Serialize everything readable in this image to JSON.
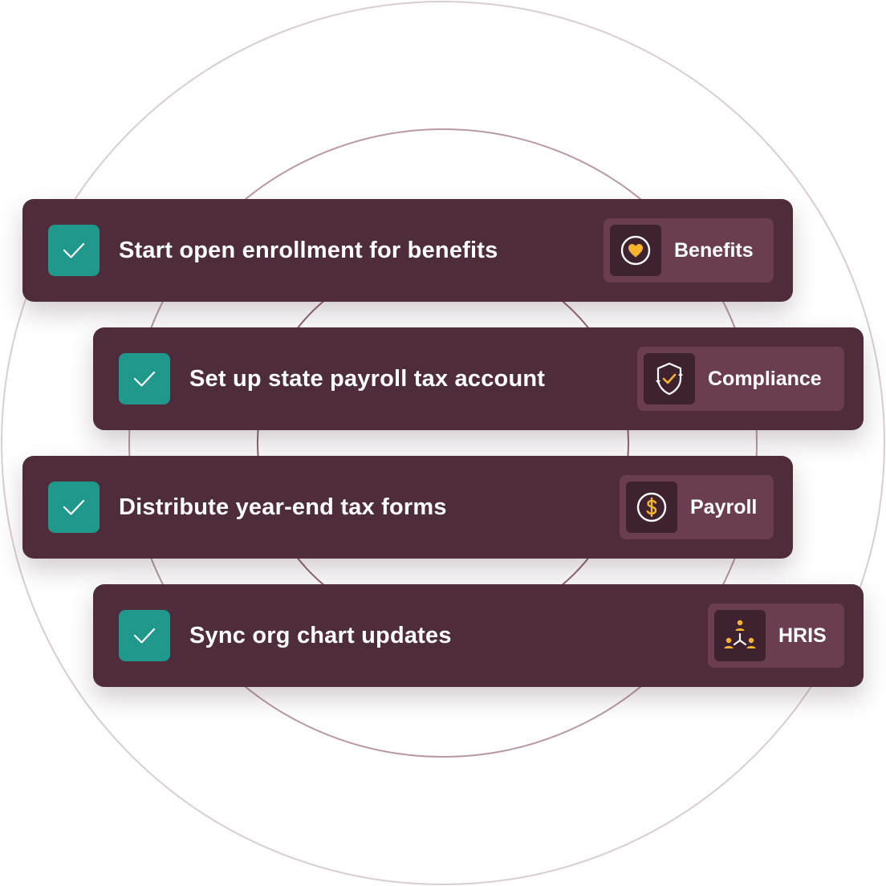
{
  "tasks": [
    {
      "label": "Start open enrollment for benefits",
      "checked": true,
      "tag": {
        "label": "Benefits",
        "icon": "heart-icon"
      }
    },
    {
      "label": "Set up state payroll tax account",
      "checked": true,
      "tag": {
        "label": "Compliance",
        "icon": "shield-check-icon"
      }
    },
    {
      "label": "Distribute year-end tax forms",
      "checked": true,
      "tag": {
        "label": "Payroll",
        "icon": "dollar-icon"
      }
    },
    {
      "label": "Sync org chart updates",
      "checked": true,
      "tag": {
        "label": "HRIS",
        "icon": "org-chart-icon"
      }
    }
  ],
  "colors": {
    "card": "#4f2c3c",
    "tag": "#6b3d51",
    "tag_icon_bg": "#3f2230",
    "check": "#20998c",
    "icon_accent": "#f7b52c",
    "ring": "#a8858f"
  }
}
